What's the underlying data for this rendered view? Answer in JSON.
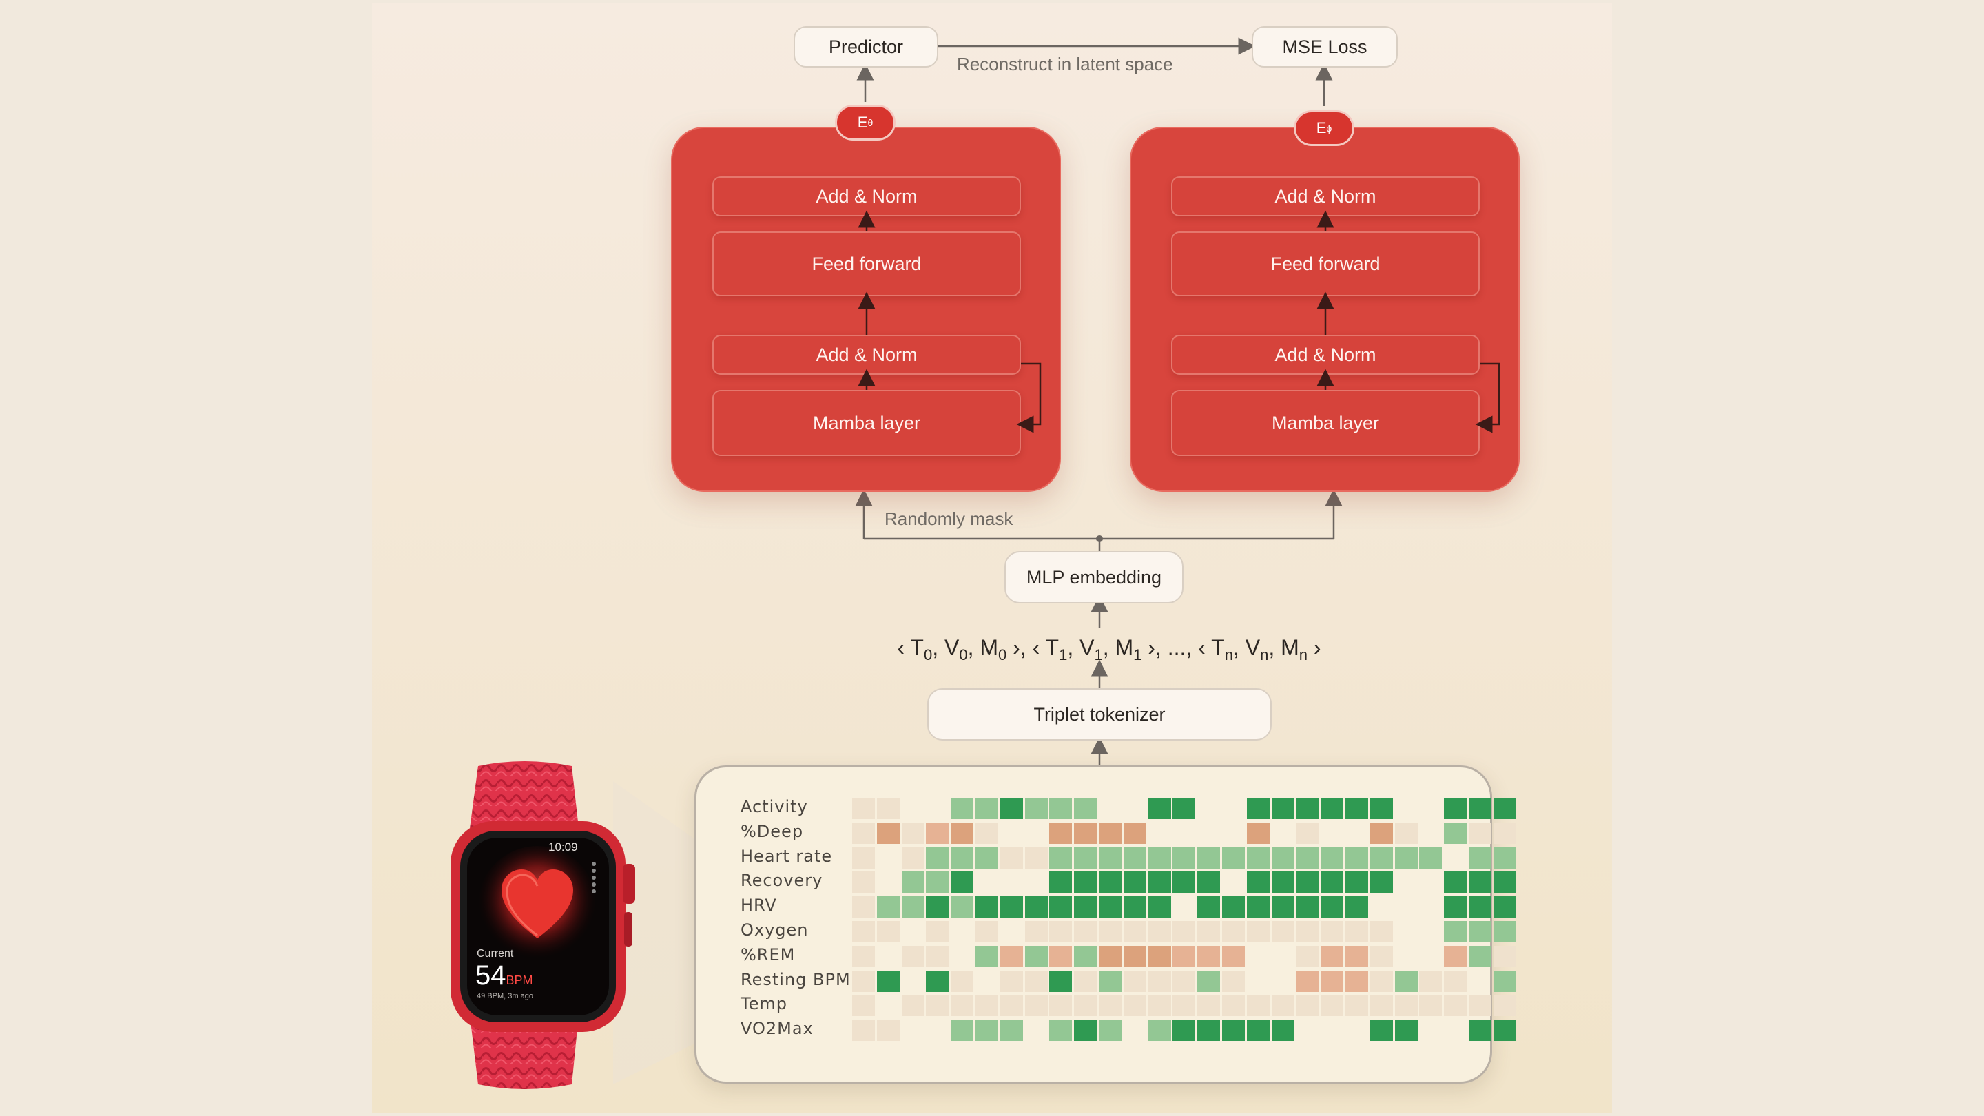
{
  "top": {
    "predictor_label": "Predictor",
    "loss_label": "MSE Loss",
    "reconstruct_caption": "Reconstruct in latent space"
  },
  "encoders": [
    {
      "badge_symbol": "E",
      "badge_subscript": "θ",
      "layers": [
        "Add & Norm",
        "Feed forward",
        "Add & Norm",
        "Mamba layer"
      ]
    },
    {
      "badge_symbol": "E",
      "badge_subscript": "ϕ",
      "layers": [
        "Add & Norm",
        "Feed forward",
        "Add & Norm",
        "Mamba layer"
      ]
    }
  ],
  "mask_caption": "Randomly mask",
  "embedding_label": "MLP embedding",
  "token_sequence": [
    {
      "t": "0",
      "v": "0",
      "m": "0"
    },
    {
      "t": "1",
      "v": "1",
      "m": "1"
    },
    {
      "ellipsis": "..."
    },
    {
      "t": "n",
      "v": "n",
      "m": "n"
    }
  ],
  "token_letters": {
    "t": "T",
    "v": "V",
    "m": "M"
  },
  "tokenizer_label": "Triplet tokenizer",
  "watch": {
    "time": "10:09",
    "current_label": "Current",
    "bpm_value": "54",
    "bpm_unit": "BPM",
    "sub_text": "49 BPM, 3m ago"
  },
  "heatmap": {
    "rows": [
      {
        "label": "Activity",
        "cells": [
          1,
          1,
          0,
          0,
          2,
          2,
          3,
          2,
          2,
          2,
          0,
          0,
          3,
          3,
          0,
          0,
          3,
          3,
          3,
          3,
          3,
          3,
          0,
          0,
          3,
          3,
          3
        ]
      },
      {
        "label": "%Deep",
        "cells": [
          1,
          5,
          1,
          4,
          5,
          1,
          0,
          0,
          5,
          5,
          5,
          5,
          0,
          0,
          0,
          0,
          5,
          0,
          1,
          0,
          0,
          5,
          1,
          0,
          2,
          1,
          1
        ]
      },
      {
        "label": "Heart rate",
        "cells": [
          1,
          0,
          1,
          2,
          2,
          2,
          1,
          1,
          2,
          2,
          2,
          2,
          2,
          2,
          2,
          2,
          2,
          2,
          2,
          2,
          2,
          2,
          2,
          2,
          0,
          2,
          2
        ]
      },
      {
        "label": "Recovery",
        "cells": [
          1,
          0,
          2,
          2,
          3,
          0,
          0,
          0,
          3,
          3,
          3,
          3,
          3,
          3,
          3,
          0,
          3,
          3,
          3,
          3,
          3,
          3,
          0,
          0,
          3,
          3,
          3
        ]
      },
      {
        "label": "HRV",
        "cells": [
          1,
          2,
          2,
          3,
          2,
          3,
          3,
          3,
          3,
          3,
          3,
          3,
          3,
          0,
          3,
          3,
          3,
          3,
          3,
          3,
          3,
          0,
          0,
          0,
          3,
          3,
          3
        ]
      },
      {
        "label": "Oxygen",
        "cells": [
          1,
          1,
          0,
          1,
          0,
          1,
          0,
          1,
          1,
          1,
          1,
          1,
          1,
          1,
          1,
          1,
          1,
          1,
          1,
          1,
          1,
          1,
          0,
          0,
          2,
          2,
          2
        ]
      },
      {
        "label": "%REM",
        "cells": [
          1,
          0,
          1,
          1,
          0,
          2,
          4,
          2,
          4,
          2,
          5,
          5,
          5,
          4,
          4,
          4,
          0,
          0,
          1,
          4,
          4,
          1,
          0,
          0,
          4,
          2,
          1
        ]
      },
      {
        "label": "Resting BPM",
        "cells": [
          1,
          3,
          0,
          3,
          1,
          0,
          1,
          1,
          3,
          1,
          2,
          1,
          1,
          1,
          2,
          1,
          0,
          0,
          4,
          4,
          4,
          1,
          2,
          1,
          1,
          0,
          2
        ]
      },
      {
        "label": "Temp",
        "cells": [
          1,
          0,
          1,
          1,
          1,
          1,
          1,
          1,
          1,
          1,
          1,
          1,
          1,
          1,
          1,
          1,
          1,
          1,
          1,
          1,
          1,
          1,
          1,
          1,
          1,
          1,
          1
        ]
      },
      {
        "label": "VO2Max",
        "cells": [
          1,
          1,
          0,
          0,
          2,
          2,
          2,
          0,
          2,
          3,
          2,
          0,
          2,
          3,
          3,
          3,
          3,
          3,
          0,
          0,
          0,
          3,
          3,
          0,
          0,
          3,
          3
        ]
      }
    ],
    "palette": {
      "0": "#f8f0de",
      "1": "#efe1cd",
      "2": "#93c794",
      "3": "#2f9a52",
      "4": "#e6b294",
      "5": "#dca27c"
    }
  },
  "colors": {
    "encoder_red": "#d8453d",
    "heat_dark_green": "#2f9a52",
    "heat_light_green": "#93c794",
    "heat_orange": "#dca27c",
    "background": "#f3e7d4"
  }
}
